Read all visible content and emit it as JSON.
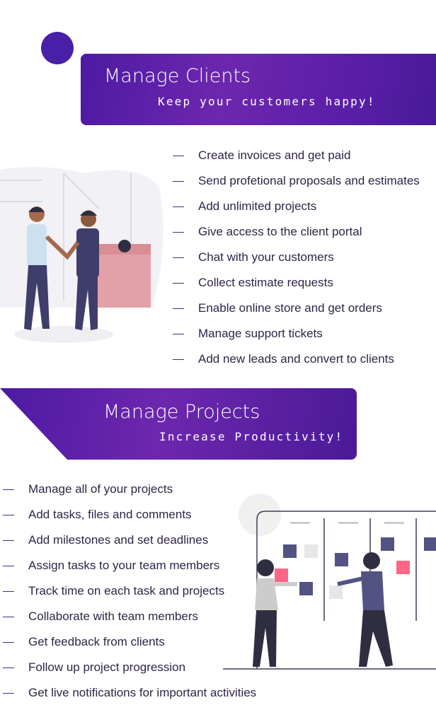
{
  "clients": {
    "title": "Manage Clients",
    "subtitle": "Keep your customers happy!",
    "features": [
      "Create invoices and get paid",
      "Send profetional proposals and estimates",
      "Add unlimited projects",
      "Give access to the client portal",
      "Chat with your customers",
      "Collect estimate requests",
      "Enable online store and get orders",
      "Manage support tickets",
      "Add new leads and convert to clients"
    ]
  },
  "projects": {
    "title": "Manage Projects",
    "subtitle": "Increase Productivity!",
    "features": [
      "Manage all of your projects",
      "Add tasks, files and comments",
      "Add milestones and set deadlines",
      "Assign tasks to your team members",
      "Track time on each task and projects",
      "Collaborate with team members",
      "Get feedback from clients",
      "Follow up project progression",
      "Get live notifications for important activities"
    ]
  },
  "colors": {
    "accent": "#5b1fa6",
    "text": "#2f2447"
  }
}
